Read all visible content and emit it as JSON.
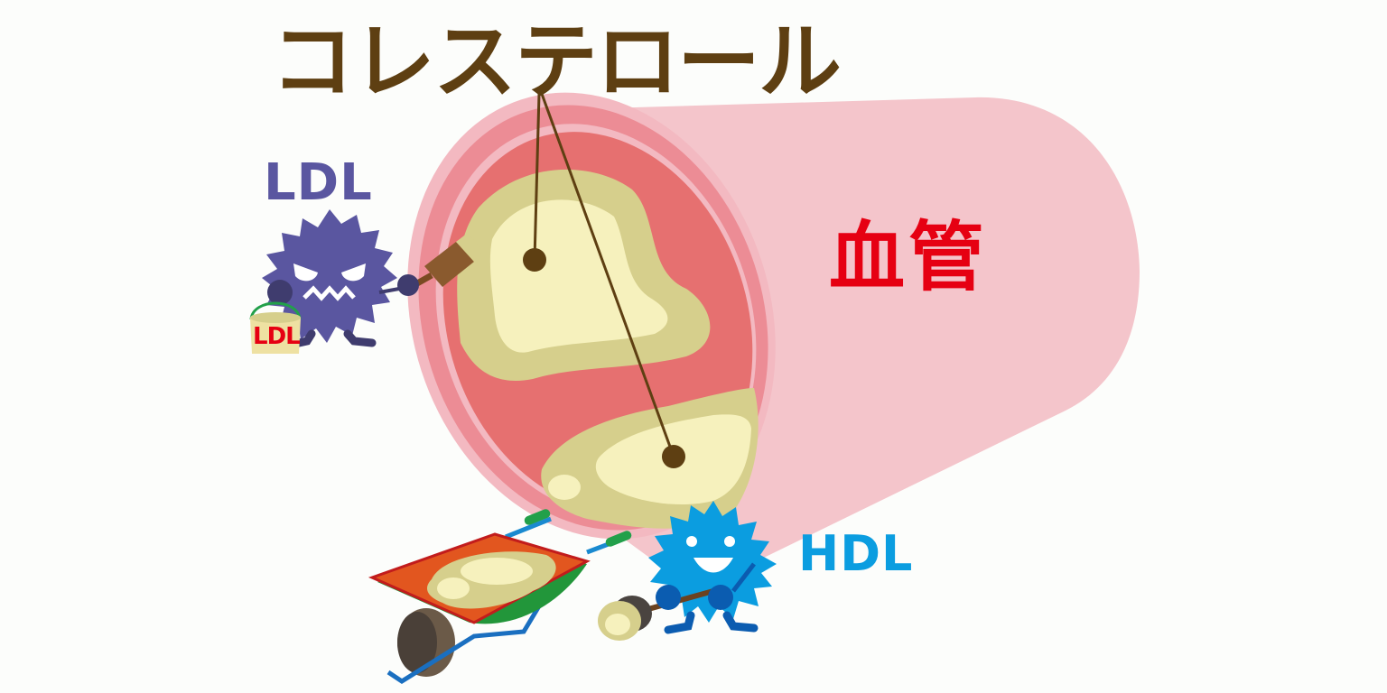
{
  "title": "コレステロール",
  "vessel_label": "血管",
  "ldl": {
    "label": "LDL",
    "bucket_label": "LDL",
    "color": "#5a56a0"
  },
  "hdl": {
    "label": "HDL",
    "color": "#0b9de0"
  },
  "colors": {
    "title": "#5e3f12",
    "vessel_text": "#e60012",
    "vessel_outer": "#f4c5cb",
    "vessel_wall": "#ec8c95",
    "vessel_lumen": "#e67070",
    "plaque_outer": "#d6cf8c",
    "plaque_inner": "#f6f1bd",
    "background": "#fcfdfb"
  },
  "scene": {
    "plaque_pointers": 2,
    "characters": [
      "LDL painter with brush and bucket",
      "HDL with wheelbarrow and shovel"
    ]
  }
}
